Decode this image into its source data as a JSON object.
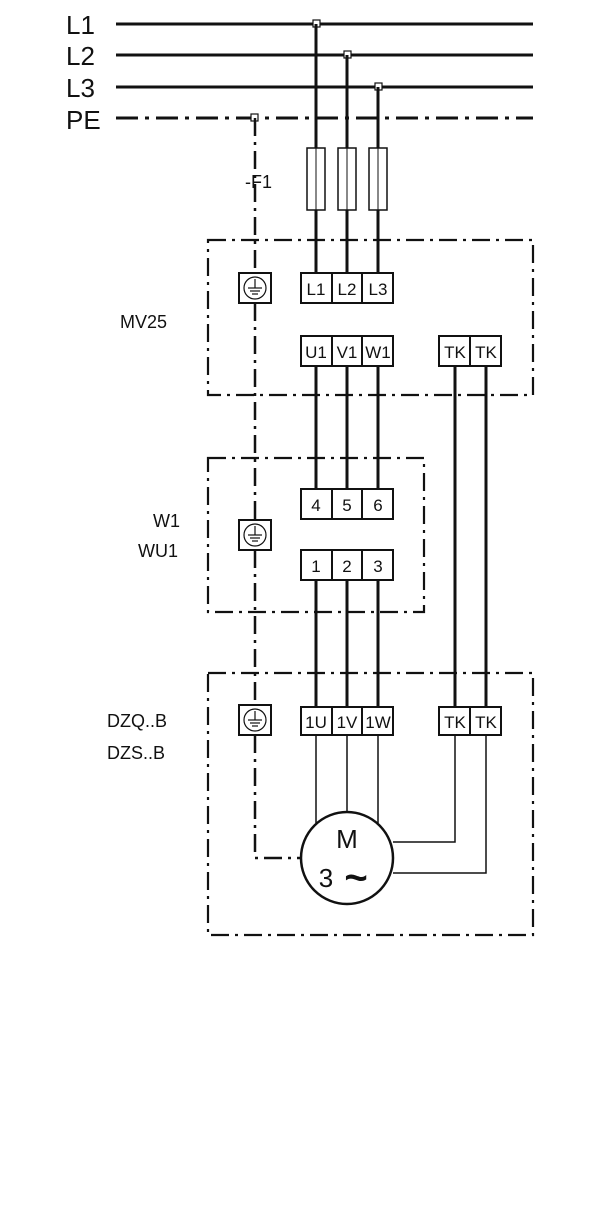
{
  "bus": {
    "l1": "L1",
    "l2": "L2",
    "l3": "L3",
    "pe": "PE"
  },
  "fuse_label": "-F1",
  "sections": {
    "mv25": "MV25",
    "w1": "W1",
    "wu1": "WU1",
    "dzq": "DZQ..B",
    "dzs": "DZS..B"
  },
  "terminals": {
    "mv25_in": [
      "L1",
      "L2",
      "L3"
    ],
    "mv25_out": [
      "U1",
      "V1",
      "W1"
    ],
    "mv25_tk": [
      "TK",
      "TK"
    ],
    "w1_top": [
      "4",
      "5",
      "6"
    ],
    "w1_bottom": [
      "1",
      "2",
      "3"
    ],
    "motor_in": [
      "1U",
      "1V",
      "1W"
    ],
    "motor_tk": [
      "TK",
      "TK"
    ]
  },
  "motor": {
    "letter": "M",
    "phases": "3",
    "symbol": "~"
  }
}
